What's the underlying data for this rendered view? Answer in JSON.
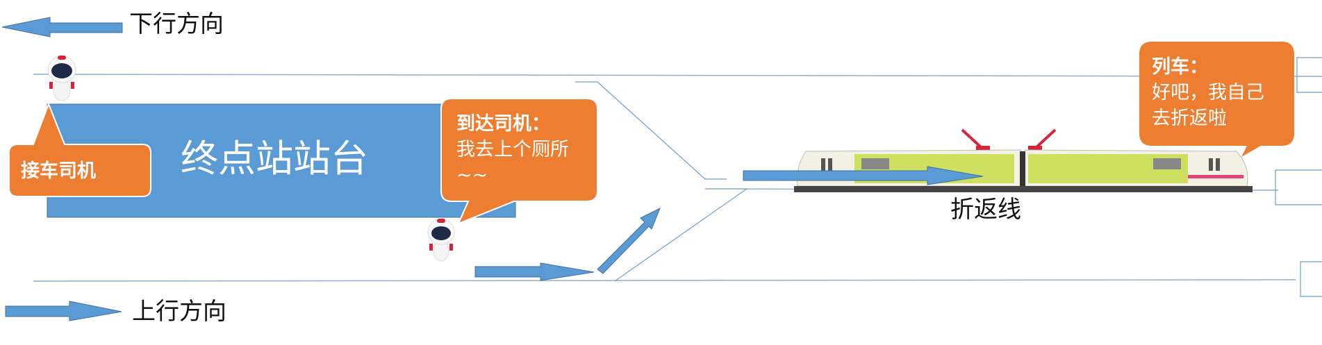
{
  "directions": {
    "down": "下行方向",
    "up": "上行方向"
  },
  "platform": {
    "label": "终点站站台"
  },
  "turnback_line": {
    "label": "折返线"
  },
  "callouts": {
    "pickup_driver": {
      "text": "接车司机"
    },
    "arriving_driver": {
      "speaker": "到达司机：",
      "text": "我去上个厕所~~"
    },
    "train": {
      "speaker": "列车：",
      "text": "好吧，我自己去折返啦"
    }
  },
  "colors": {
    "platform_blue": "#5b9bd5",
    "callout_orange": "#ed7d31",
    "track_line": "#8fb0d0",
    "arrow_blue": "#5b9bd5"
  },
  "icons": [
    "robot-mascot-icon",
    "train-icon",
    "arrow-icon"
  ]
}
